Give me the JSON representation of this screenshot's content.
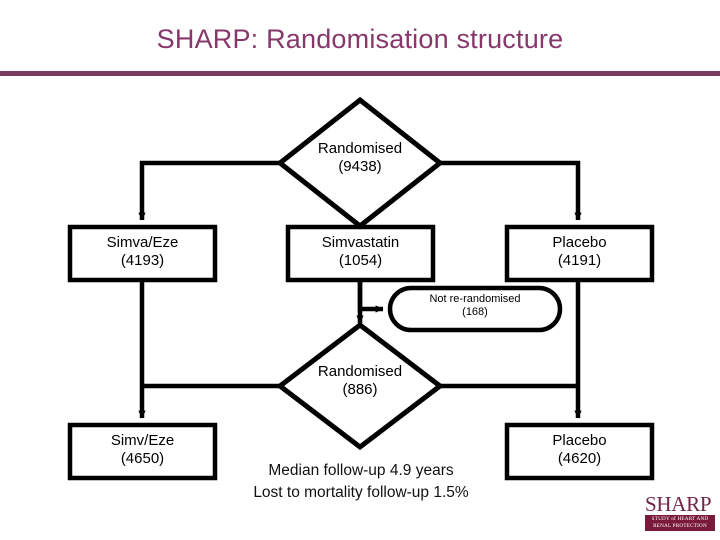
{
  "slide": {
    "title": "SHARP: Randomisation structure",
    "accent_color": "#87386A",
    "rule_color": "#7C3A61",
    "background": "#ffffff"
  },
  "diagram": {
    "type": "flowchart",
    "nodes": {
      "randomised_top": {
        "shape": "diamond",
        "line1": "Randomised",
        "line2": "(9438)",
        "count": 9438
      },
      "simva_eze_top": {
        "shape": "rectangle",
        "line1": "Simva/Eze",
        "line2": "(4193)",
        "count": 4193
      },
      "simvastatin": {
        "shape": "rectangle",
        "line1": "Simvastatin",
        "line2": "(1054)",
        "count": 1054
      },
      "placebo_top": {
        "shape": "rectangle",
        "line1": "Placebo",
        "line2": "(4191)",
        "count": 4191
      },
      "not_rerandomised": {
        "shape": "rounded-rectangle",
        "line1": "Not re-randomised",
        "line2": "(168)",
        "count": 168
      },
      "randomised_second": {
        "shape": "diamond",
        "line1": "Randomised",
        "line2": "(886)",
        "count": 886
      },
      "simv_eze_bottom": {
        "shape": "rectangle",
        "line1": "Simv/Eze",
        "line2": "(4650)",
        "count": 4650
      },
      "placebo_bottom": {
        "shape": "rectangle",
        "line1": "Placebo",
        "line2": "(4620)",
        "count": 4620
      }
    },
    "edges": [
      {
        "from": "randomised_top",
        "to": "simva_eze_top",
        "arrow": true
      },
      {
        "from": "randomised_top",
        "to": "simvastatin",
        "arrow": true
      },
      {
        "from": "randomised_top",
        "to": "placebo_top",
        "arrow": true
      },
      {
        "from": "simvastatin",
        "to": "not_rerandomised",
        "arrow": true
      },
      {
        "from": "simvastatin",
        "to": "randomised_second",
        "arrow": true
      },
      {
        "from": "randomised_second",
        "to": "simv_eze_bottom",
        "arrow": true
      },
      {
        "from": "randomised_second",
        "to": "placebo_bottom",
        "arrow": true
      },
      {
        "from": "simva_eze_top",
        "to": "simv_eze_bottom",
        "arrow": true
      },
      {
        "from": "placebo_top",
        "to": "placebo_bottom",
        "arrow": true
      }
    ],
    "stroke_color": "#000000"
  },
  "footnote": {
    "line1": "Median follow-up 4.9 years",
    "line2": "Lost to mortality follow-up 1.5%"
  },
  "logo": {
    "wordmark": "SHARP",
    "banner_line1": "STUDY of HEART AND",
    "banner_line2": "RENAL PROTECTION",
    "banner_color": "#7A1A3B",
    "wordmark_color": "#6E2547"
  }
}
